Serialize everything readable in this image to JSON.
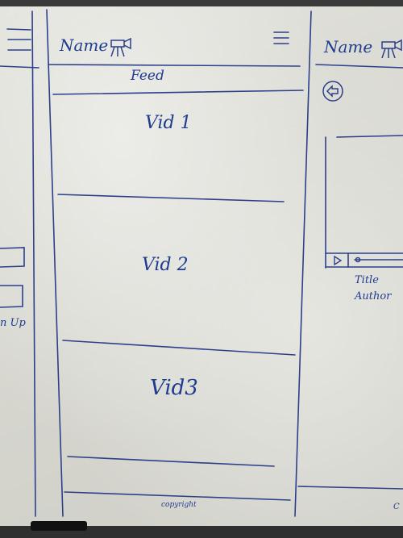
{
  "left_panel": {
    "signup_label": "n Up"
  },
  "feed_panel": {
    "header": {
      "name_label": "Name",
      "icon": "camera-icon",
      "menu_icon": "hamburger-menu-icon"
    },
    "feed_label": "Feed",
    "videos": [
      "Vid 1",
      "Vid 2",
      "Vid3"
    ],
    "footer": "copyright"
  },
  "video_panel": {
    "header": {
      "name_label": "Name",
      "icon": "camera-icon"
    },
    "back_icon": "back-arrow-icon",
    "player_icon": "play-icon",
    "title_label": "Title",
    "author_label": "Author",
    "footer": "C"
  },
  "colors": {
    "marker_ink": "#1f3b8f",
    "board": "#dcdcd6"
  }
}
